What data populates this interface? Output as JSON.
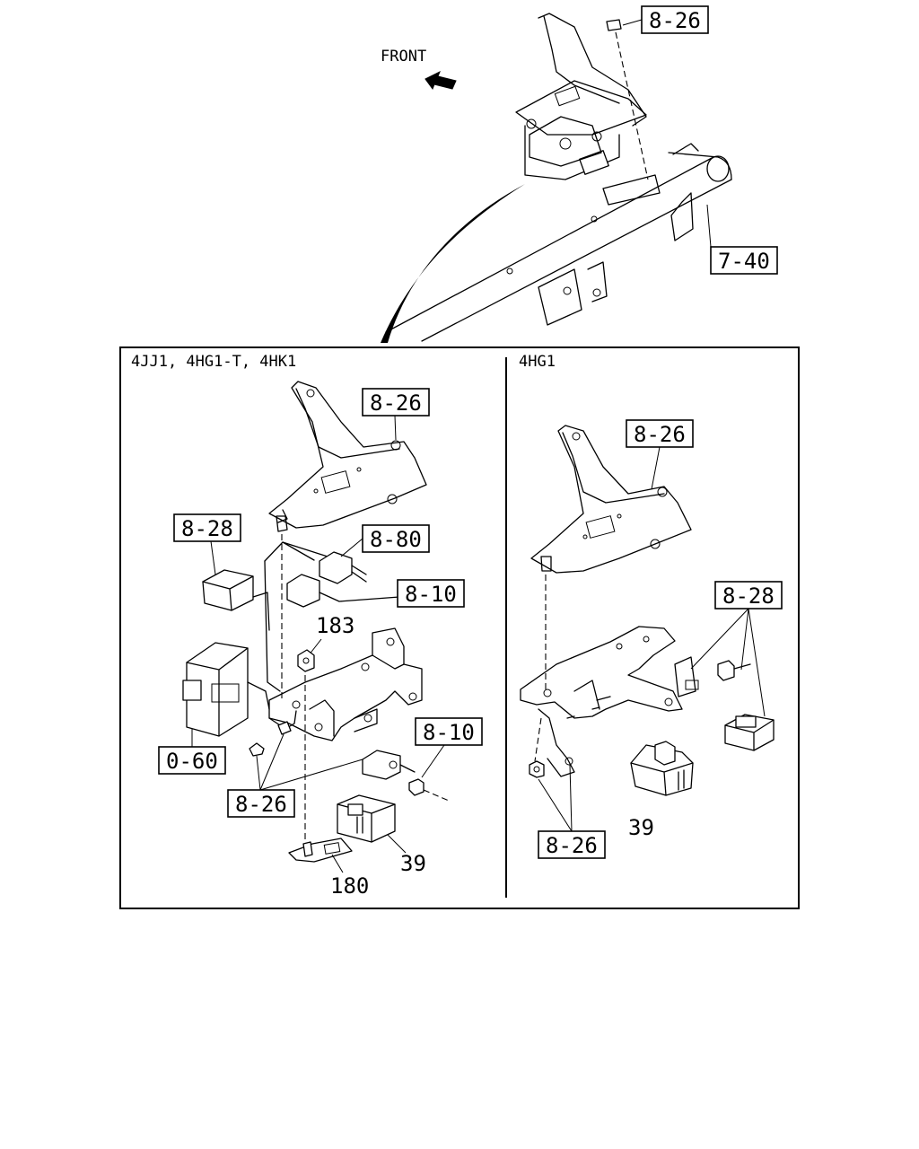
{
  "top": {
    "front_label": "FRONT",
    "ref_bracket": "8-26",
    "ref_beam": "7-40"
  },
  "panel_left": {
    "header": "4JJ1, 4HG1-T, 4HK1",
    "refs": {
      "bracket": "8-26",
      "relay": "8-28",
      "connector_upper": "8-80",
      "connector_lower": "8-10",
      "nut": "183",
      "module": "0-60",
      "connector_right": "8-10",
      "bolts": "8-26",
      "cover": "39",
      "plate": "180"
    }
  },
  "panel_right": {
    "header": "4HG1",
    "refs": {
      "bracket": "8-26",
      "relay": "8-28",
      "bolt": "8-26",
      "cover": "39"
    }
  }
}
